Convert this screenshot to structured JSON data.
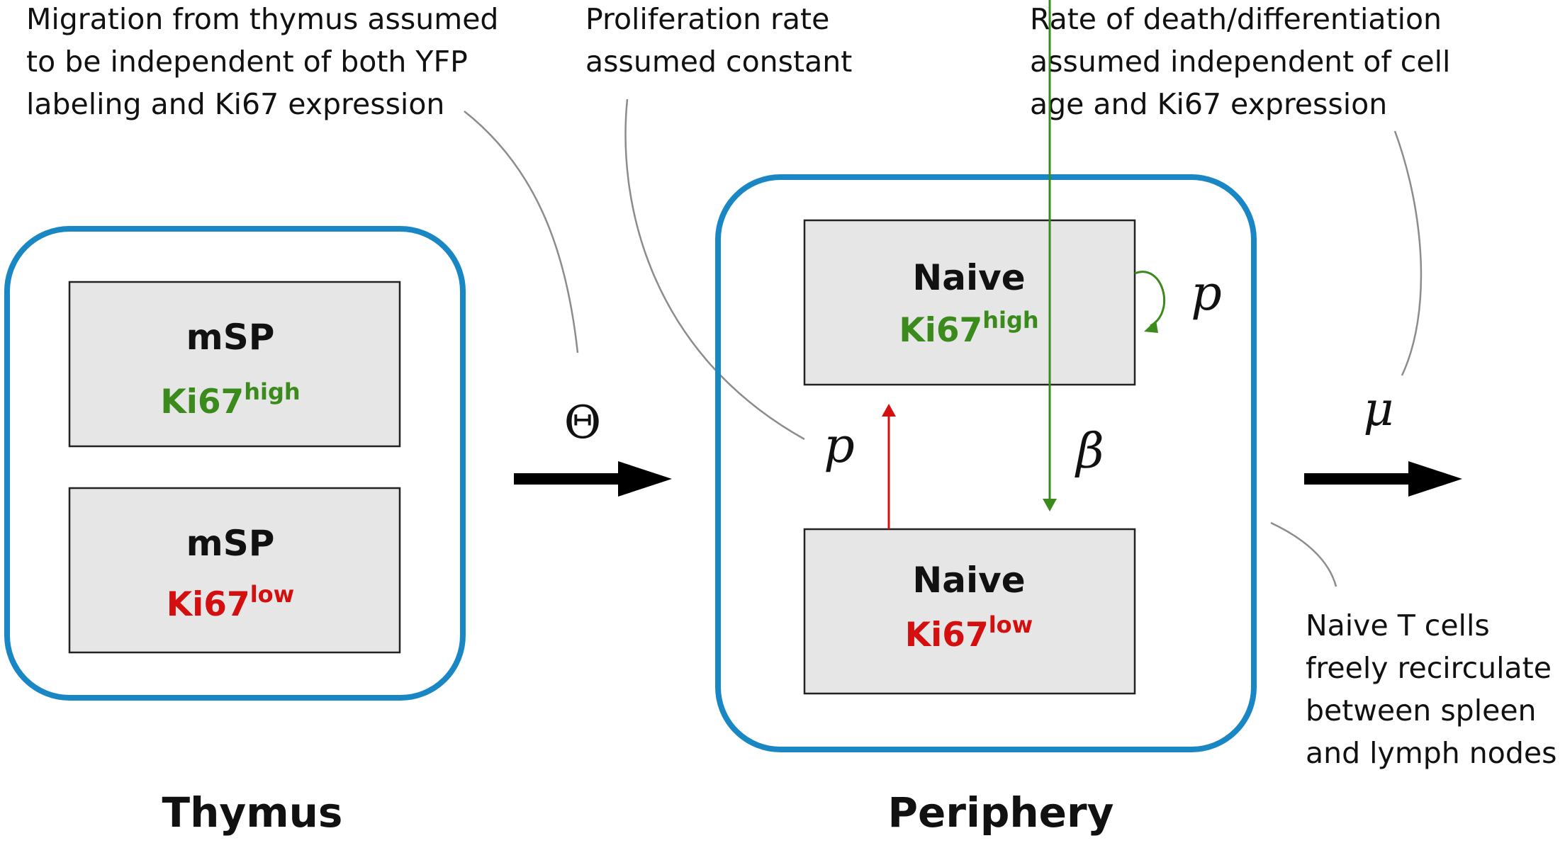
{
  "annotations": {
    "migration": [
      "Migration from thymus assumed",
      "to be independent of both YFP",
      "labeling and Ki67 expression"
    ],
    "proliferation": [
      "Proliferation rate",
      "assumed constant"
    ],
    "death": [
      "Rate of death/differentiation",
      "assumed independent of cell",
      "age and Ki67 expression"
    ],
    "recirculation": [
      "Naive T cells",
      "freely recirculate",
      "between spleen",
      "and lymph nodes"
    ]
  },
  "compartments": {
    "thymus": {
      "label": "Thymus",
      "boxes": {
        "high": {
          "name": "mSP",
          "marker": "Ki67",
          "state": "high"
        },
        "low": {
          "name": "mSP",
          "marker": "Ki67",
          "state": "low"
        }
      }
    },
    "periphery": {
      "label": "Periphery",
      "boxes": {
        "high": {
          "name": "Naive",
          "marker": "Ki67",
          "state": "high"
        },
        "low": {
          "name": "Naive",
          "marker": "Ki67",
          "state": "low"
        }
      }
    }
  },
  "rates": {
    "migration": "Θ",
    "death": "μ",
    "proliferation_self": "p",
    "proliferation_up": "p",
    "transition": "β"
  },
  "colors": {
    "compartment_border": "#1a87c5",
    "box_fill": "#e6e6e6",
    "box_border": "#222222",
    "high": "#3a8a1c",
    "low": "#d40f0f",
    "leader_line": "#8c8c8c",
    "arrow": "#000000"
  }
}
